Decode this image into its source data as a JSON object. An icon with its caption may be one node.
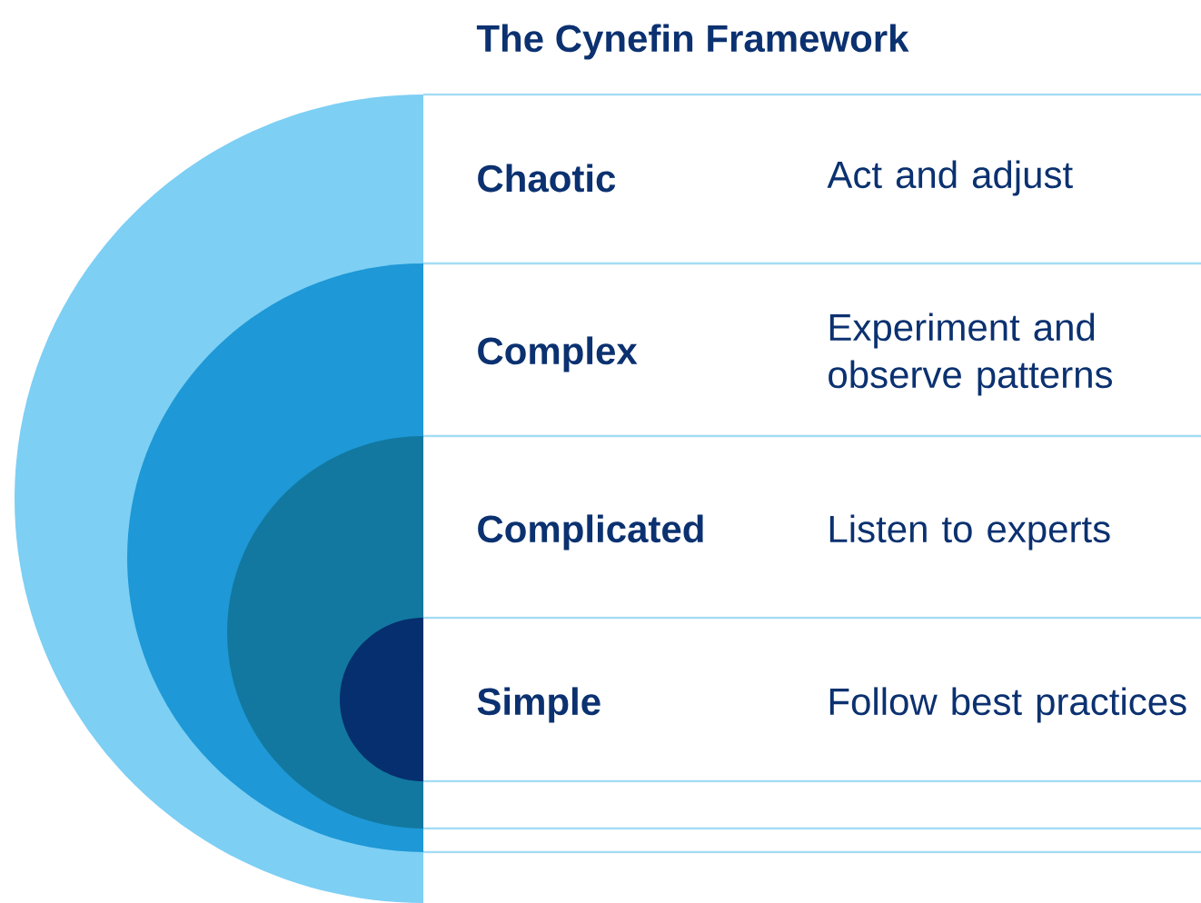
{
  "diagram": {
    "title": "The Cynefin Framework",
    "labels": [
      "Chaotic",
      "Act and adjust",
      "Complex",
      "Experiment and observe patterns",
      "Complicated",
      "Listen to experts",
      "Simple",
      "Follow best practices"
    ]
  }
}
